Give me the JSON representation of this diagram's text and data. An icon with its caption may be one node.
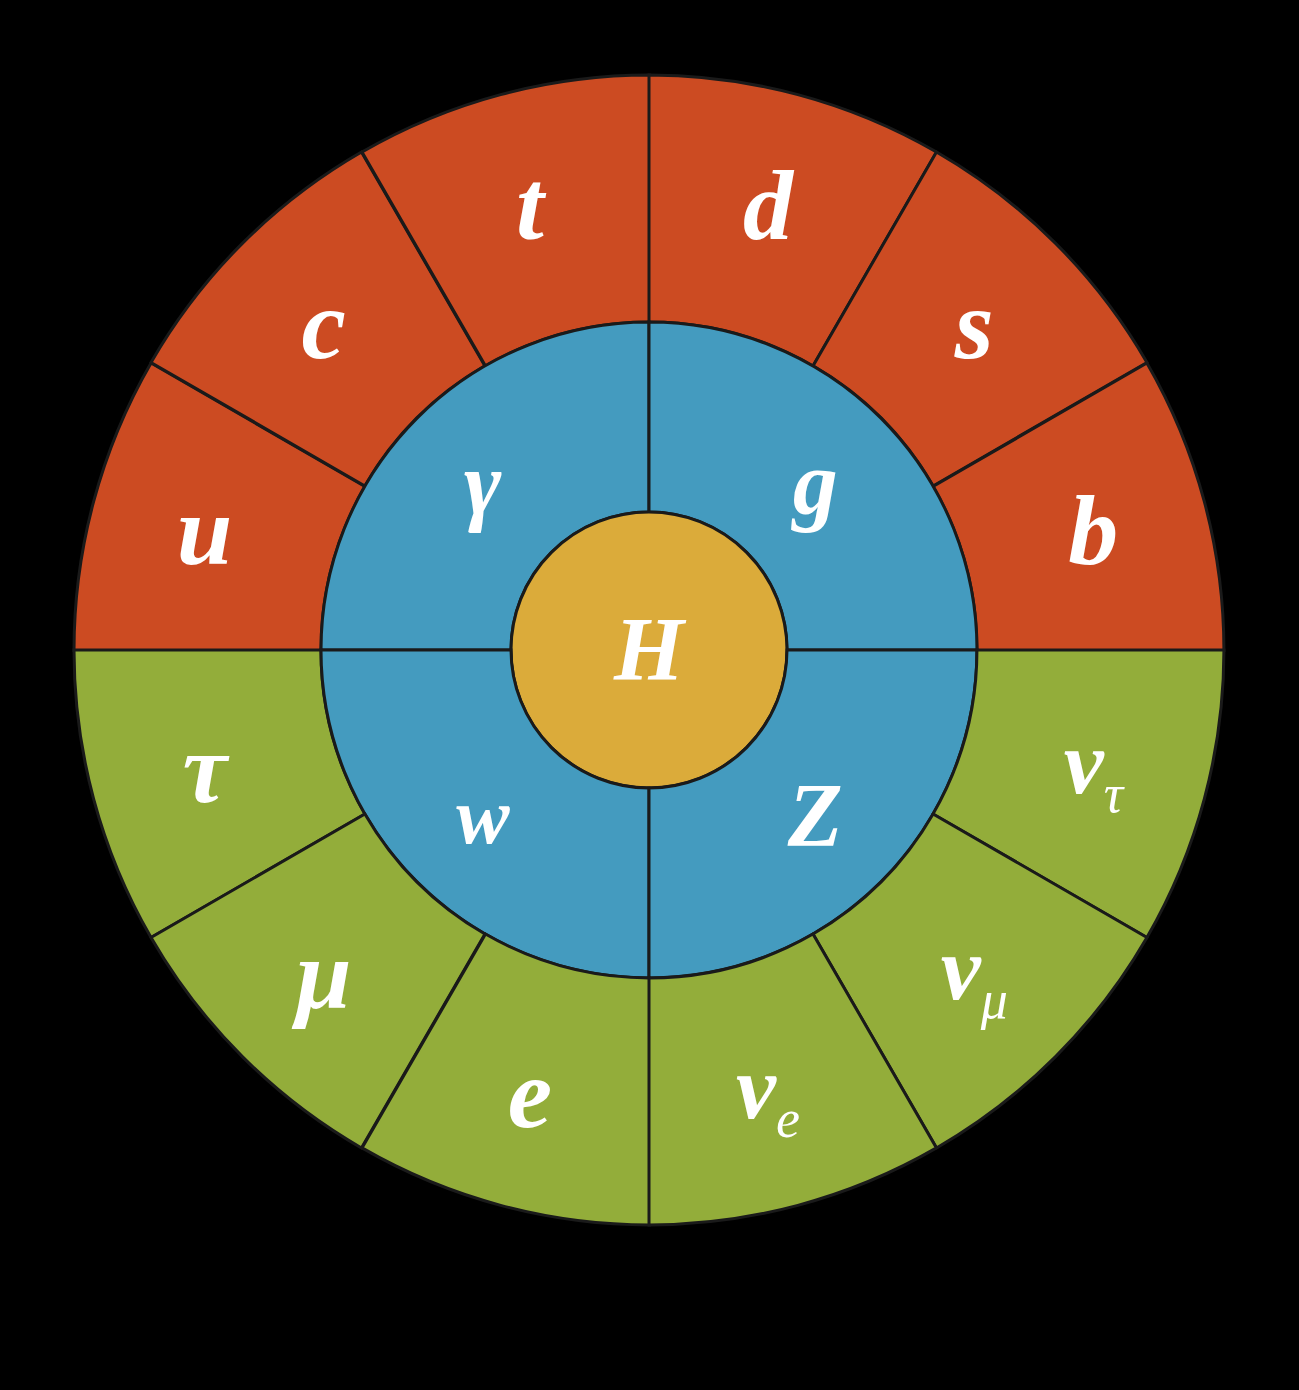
{
  "diagram": {
    "nodes": [
      {
        "text": [
          "u"
        ]
      },
      {
        "text": [
          "c"
        ]
      },
      {
        "text": [
          "t"
        ]
      },
      {
        "text": [
          "d"
        ]
      },
      {
        "text": [
          "s"
        ]
      },
      {
        "text": [
          "b"
        ]
      },
      {
        "text": [
          "γ"
        ]
      },
      {
        "text": [
          "g"
        ]
      },
      {
        "text": [
          "H"
        ]
      },
      {
        "text": [
          "τ"
        ]
      },
      {
        "text": [
          "w"
        ]
      },
      {
        "text": [
          "Z"
        ]
      },
      {
        "text": [
          "ν$_{τ}$"
        ]
      },
      {
        "text": [
          "μ"
        ]
      },
      {
        "text": [
          "ν$_{μ}$"
        ]
      },
      {
        "text": [
          "e"
        ]
      },
      {
        "text": [
          "ν$_{e}$"
        ]
      }
    ]
  }
}
